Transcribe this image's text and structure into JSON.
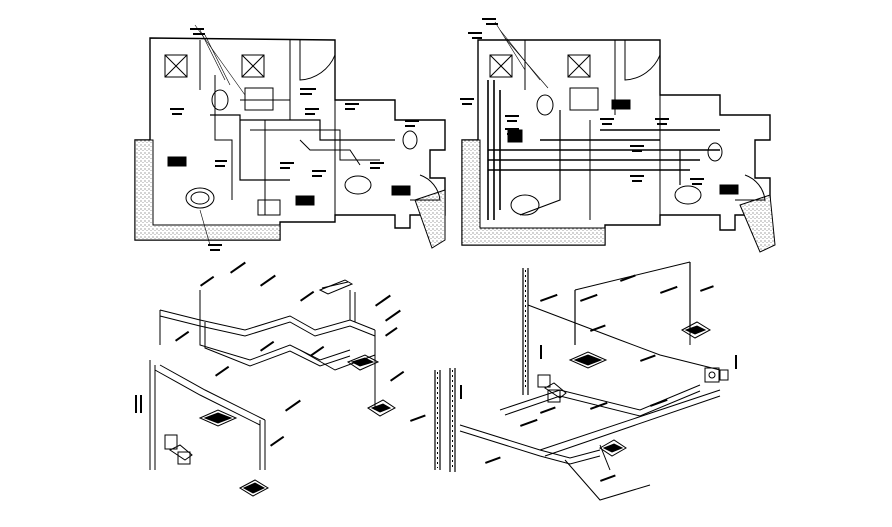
{
  "colors": {
    "line": "#000000",
    "background": "#ffffff",
    "hatch": "#000000"
  },
  "drawing": {
    "plan_left": {
      "kind": "plan",
      "labels": []
    },
    "plan_right": {
      "kind": "plan",
      "labels": []
    },
    "iso_left": {
      "kind": "isometric",
      "labels": []
    },
    "iso_right": {
      "kind": "isometric",
      "labels": []
    }
  }
}
